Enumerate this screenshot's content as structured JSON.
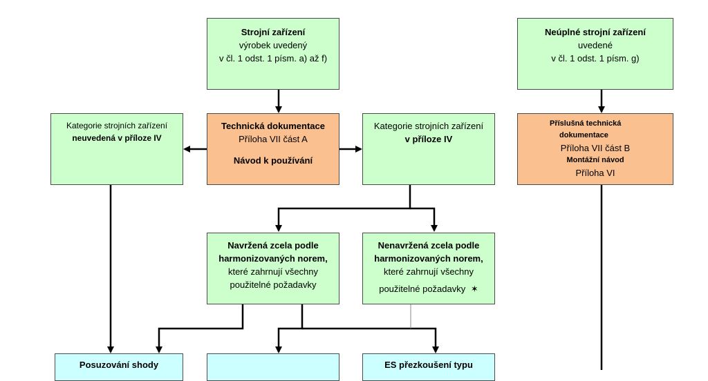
{
  "boxes": {
    "machinery": {
      "title": "Strojní zařízení",
      "line1": "výrobek uvedený",
      "line2": "v čl. 1 odst. 1 písm. a) až f)"
    },
    "partly_completed": {
      "title": "Neúplné strojní zařízení",
      "line1": "uvedené",
      "line2": "v čl. 1 odst. 1 písm. g)"
    },
    "category_not_annex4": {
      "line1": "Kategorie strojních zařízení",
      "line2": "neuvedená v příloze IV"
    },
    "technical_docs": {
      "title": "Technická dokumentace",
      "line1": "Příloha VII část A",
      "line2": "Návod k používání"
    },
    "category_annex4": {
      "line1": "Kategorie strojních zařízení",
      "line2": "v příloze IV"
    },
    "relevant_docs": {
      "line1": "Příslušná technická",
      "line2": "dokumentace",
      "line3": "Příloha VII část B",
      "line4": "Montážní návod",
      "line5": "Příloha VI"
    },
    "designed_fully": {
      "line1": "Navržená zcela podle",
      "line2": "harmonizovaných norem,",
      "line3": "které zahrnují všechny",
      "line4": "použitelné požadavky"
    },
    "not_designed_fully": {
      "line1": "Nenavržená zcela podle",
      "line2": "harmonizovaných norem,",
      "line3": "které zahrnují všechny",
      "line4": "použitelné požadavky",
      "asterisk": "✶"
    },
    "conformity_assessment": {
      "line1": "Posuzování shody"
    },
    "middle_bottom": {
      "line1": ""
    },
    "ec_type_exam": {
      "line1": "ES přezkoušení typu"
    }
  }
}
